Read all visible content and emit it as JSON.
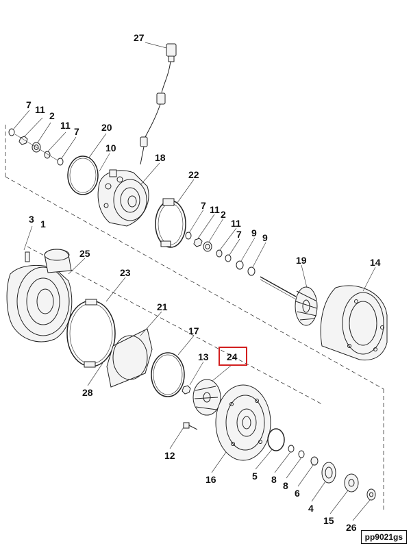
{
  "figure_code": "pp9021gs",
  "highlight_color": "#d21f1f",
  "callouts": {
    "c27": "27",
    "c7a": "7",
    "c11a": "11",
    "c2a": "2",
    "c11b": "11",
    "c7b": "7",
    "c20": "20",
    "c10": "10",
    "c18": "18",
    "c22": "22",
    "c7c": "7",
    "c11c": "11",
    "c2b": "2",
    "c11d": "11",
    "c7d": "7",
    "c9a": "9",
    "c9b": "9",
    "c3": "3",
    "c1": "1",
    "c25": "25",
    "c23": "23",
    "c19": "19",
    "c14": "14",
    "c21": "21",
    "c17": "17",
    "c13": "13",
    "c24": "24",
    "c28": "28",
    "c12": "12",
    "c16": "16",
    "c5": "5",
    "c8a": "8",
    "c8b": "8",
    "c6": "6",
    "c4": "4",
    "c15": "15",
    "c26": "26"
  }
}
